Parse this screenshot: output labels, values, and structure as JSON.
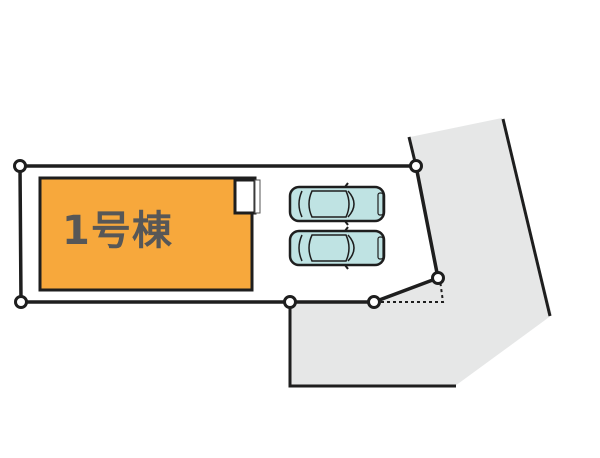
{
  "diagram": {
    "type": "site-plan",
    "building": {
      "label": "1号棟",
      "fill": "#F7A83C",
      "text_color": "#575757"
    },
    "parking": {
      "count": 2,
      "car_fill": "#BFE3E3"
    },
    "road": {
      "fill": "#E6E7E7"
    },
    "boundary_color": "#1E1E1E",
    "boundary_points": 7
  }
}
